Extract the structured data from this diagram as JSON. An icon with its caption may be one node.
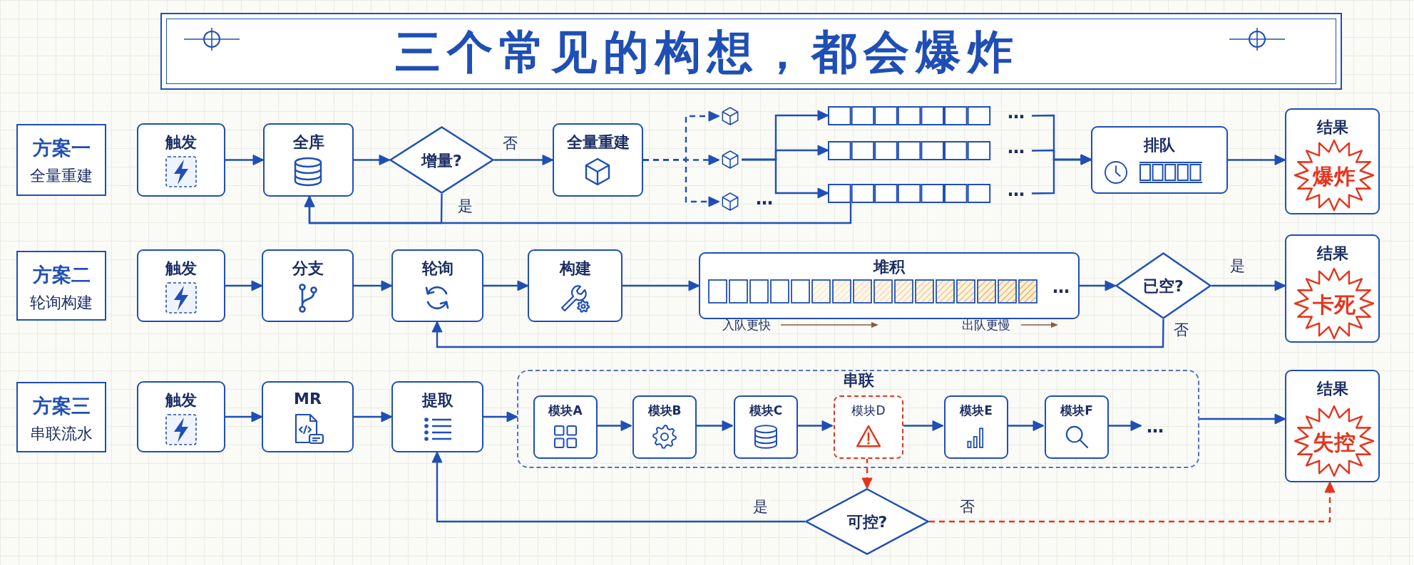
{
  "diagram": {
    "title": "三个常见的构想，都会爆炸",
    "nodes": [
      {
        "text": [
          "方案一",
          "全量重建"
        ]
      },
      {
        "text": [
          "触发"
        ]
      },
      {
        "text": [
          "全库"
        ]
      },
      {
        "text": [
          "增量?"
        ]
      },
      {
        "text": [
          "全量重建"
        ]
      },
      {
        "text": [],
        "shape": "cube"
      },
      {
        "text": [],
        "shape": "cube"
      },
      {
        "text": [],
        "shape": "cube"
      },
      {
        "text": [],
        "shape": "bar"
      },
      {
        "text": [],
        "shape": "bar"
      },
      {
        "text": [],
        "shape": "bar"
      },
      {
        "text": [
          "排队"
        ]
      },
      {
        "text": [
          "结果"
        ]
      },
      {
        "text": [
          "爆炸"
        ],
        "in": 12
      },
      {
        "text": [
          "方案二",
          "轮询构建"
        ]
      },
      {
        "text": [
          "触发"
        ]
      },
      {
        "text": [
          "分支"
        ]
      },
      {
        "text": [
          "轮询"
        ]
      },
      {
        "text": [
          "构建"
        ]
      },
      {
        "text": [
          "堆积"
        ]
      },
      {
        "text": [
          "已空?"
        ]
      },
      {
        "text": [
          "结果"
        ]
      },
      {
        "text": [
          "卡死"
        ],
        "in": 21
      },
      {
        "text": [
          "方案三",
          "串联流水"
        ]
      },
      {
        "text": [
          "触发"
        ]
      },
      {
        "text": [
          "MR"
        ]
      },
      {
        "text": [
          "提取"
        ]
      },
      {
        "text": [
          "串联"
        ]
      },
      {
        "text": [
          "模块A"
        ],
        "in": 27
      },
      {
        "text": [
          "模块B"
        ],
        "in": 27
      },
      {
        "text": [
          "模块C"
        ],
        "in": 27
      },
      {
        "text": [
          "模块D"
        ],
        "in": 27
      },
      {
        "text": [
          "模块E"
        ],
        "in": 27
      },
      {
        "text": [
          "模块F"
        ],
        "in": 27
      },
      {
        "text": [
          "可控?"
        ]
      },
      {
        "text": [
          "结果"
        ]
      },
      {
        "text": [
          "失控"
        ],
        "in": 35
      },
      {
        "text": [
          "…"
        ],
        "in": 27
      }
    ],
    "edges": [
      {
        "from": 1,
        "to": 2,
        "arrow": "to"
      },
      {
        "from": 2,
        "to": 3,
        "arrow": "to"
      },
      {
        "from": 3,
        "to": 4,
        "arrow": "to",
        "label": "否"
      },
      {
        "from": 3,
        "to": 2,
        "arrow": "to",
        "label": "是"
      },
      {
        "from": 4,
        "to": 5,
        "arrow": "to",
        "style": "dashed"
      },
      {
        "from": 4,
        "to": 6,
        "arrow": "to",
        "style": "dashed"
      },
      {
        "from": 4,
        "to": 7,
        "arrow": "to",
        "style": "dashed"
      },
      {
        "from": 6,
        "to": 8,
        "arrow": "to"
      },
      {
        "from": 6,
        "to": 9,
        "arrow": "to"
      },
      {
        "from": 6,
        "to": 10,
        "arrow": "to"
      },
      {
        "from": 8,
        "to": 11,
        "arrow": "to"
      },
      {
        "from": 9,
        "to": 11,
        "arrow": "to"
      },
      {
        "from": 10,
        "to": 11,
        "arrow": "to"
      },
      {
        "from": 10,
        "to": 2,
        "arrow": "to"
      },
      {
        "from": 11,
        "to": 12,
        "arrow": "to"
      },
      {
        "from": 15,
        "to": 16,
        "arrow": "to"
      },
      {
        "from": 16,
        "to": 17,
        "arrow": "to"
      },
      {
        "from": 17,
        "to": 18,
        "arrow": "to"
      },
      {
        "from": 18,
        "to": 19,
        "arrow": "to"
      },
      {
        "from": 19,
        "to": 20,
        "arrow": "to"
      },
      {
        "from": 20,
        "to": 21,
        "arrow": "to",
        "label": "是"
      },
      {
        "from": 20,
        "to": 17,
        "arrow": "to",
        "label": "否"
      },
      {
        "from": 24,
        "to": 25,
        "arrow": "to"
      },
      {
        "from": 25,
        "to": 26,
        "arrow": "to"
      },
      {
        "from": 26,
        "to": 27,
        "arrow": "to"
      },
      {
        "from": 28,
        "to": 29,
        "arrow": "to"
      },
      {
        "from": 29,
        "to": 30,
        "arrow": "to"
      },
      {
        "from": 30,
        "to": 31,
        "arrow": "to"
      },
      {
        "from": 31,
        "to": 32,
        "arrow": "to"
      },
      {
        "from": 32,
        "to": 33,
        "arrow": "to"
      },
      {
        "from": 33,
        "to": 37,
        "arrow": "to"
      },
      {
        "from": 27,
        "to": 35,
        "arrow": "to"
      },
      {
        "from": 31,
        "to": 34,
        "arrow": "to",
        "style": "dashed",
        "color": "#e5341d"
      },
      {
        "from": 34,
        "to": 26,
        "arrow": "to",
        "label": "是"
      },
      {
        "from": 34,
        "to": 35,
        "arrow": "to",
        "label": "否",
        "style": "dashed",
        "color": "#e5341d"
      }
    ],
    "labels": [
      "…",
      "…",
      "…",
      "…",
      "…",
      "入队更快",
      "出队更慢"
    ]
  }
}
